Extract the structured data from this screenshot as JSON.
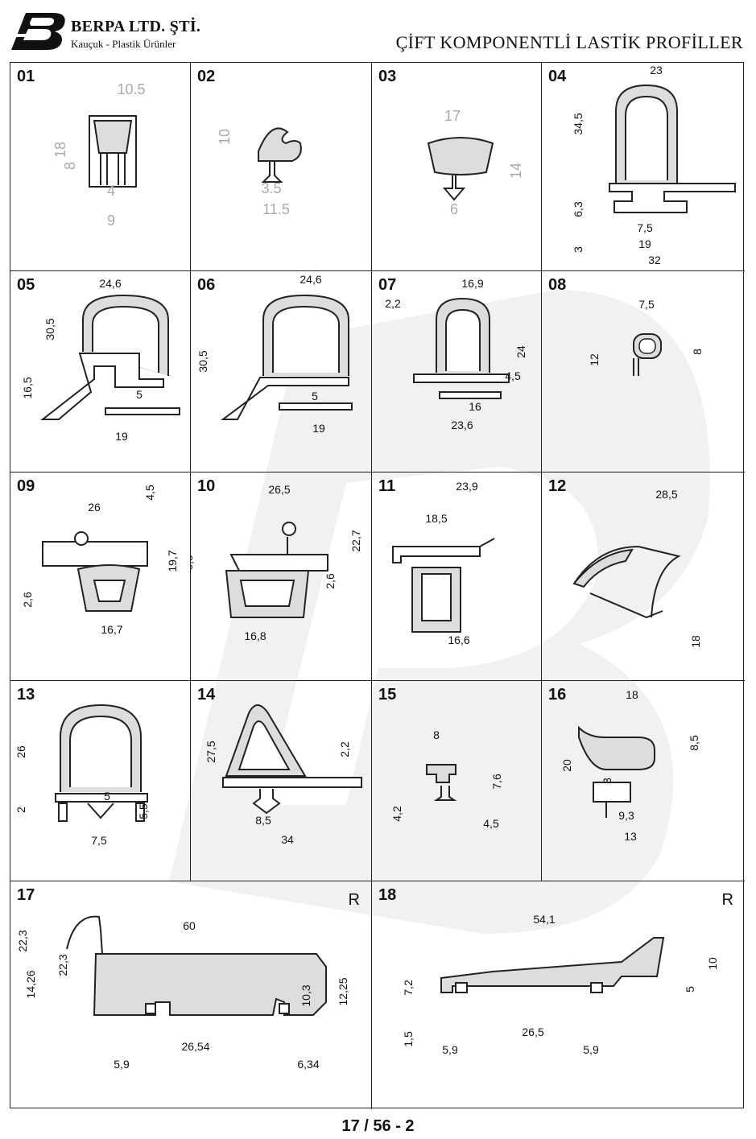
{
  "header": {
    "company": "BERPA LTD. ŞTİ.",
    "tagline": "Kauçuk - Plastik Ürünler",
    "title": "ÇİFT KOMPONENTLİ LASTİK PROFİLLER"
  },
  "page_number": "17 / 56 - 2",
  "profiles": [
    {
      "num": "01",
      "dims": [
        "10.5",
        "18",
        "8",
        "4",
        "9"
      ]
    },
    {
      "num": "02",
      "dims": [
        "10",
        "3.5",
        "11.5"
      ]
    },
    {
      "num": "03",
      "dims": [
        "17",
        "14",
        "6"
      ]
    },
    {
      "num": "04",
      "dims": [
        "23",
        "34,5",
        "6,3",
        "3",
        "7,5",
        "19",
        "32"
      ]
    },
    {
      "num": "05",
      "dims": [
        "24,6",
        "30,5",
        "16,5",
        "5",
        "19"
      ]
    },
    {
      "num": "06",
      "dims": [
        "24,6",
        "30,5",
        "5",
        "19"
      ]
    },
    {
      "num": "07",
      "dims": [
        "16,9",
        "2,2",
        "24",
        "4,5",
        "16",
        "23,6"
      ]
    },
    {
      "num": "08",
      "dims": [
        "7,5",
        "12",
        "8"
      ]
    },
    {
      "num": "09",
      "dims": [
        "26",
        "4,5",
        "19,7",
        "2,6",
        "16,7"
      ]
    },
    {
      "num": "10",
      "dims": [
        "26,5",
        "6,5",
        "22,7",
        "2,6",
        "16,8"
      ]
    },
    {
      "num": "11",
      "dims": [
        "23,9",
        "18,5",
        "16,6"
      ]
    },
    {
      "num": "12",
      "dims": [
        "28,5",
        "18"
      ]
    },
    {
      "num": "13",
      "dims": [
        "26",
        "2",
        "5",
        "5,5",
        "7,5"
      ]
    },
    {
      "num": "14",
      "dims": [
        "27,5",
        "2,2",
        "8,5",
        "34"
      ]
    },
    {
      "num": "15",
      "dims": [
        "8",
        "7,6",
        "4,2",
        "4,5"
      ]
    },
    {
      "num": "16",
      "dims": [
        "18",
        "8,5",
        "20",
        "3",
        "9,3",
        "13"
      ]
    },
    {
      "num": "17",
      "mark": "R",
      "dims": [
        "60",
        "22,3",
        "22,3",
        "14,26",
        "10,3",
        "12,25",
        "26,54",
        "5,9",
        "6,34"
      ]
    },
    {
      "num": "18",
      "mark": "R",
      "dims": [
        "54,1",
        "7,2",
        "5",
        "10",
        "1,5",
        "26,5",
        "5,9",
        "5,9"
      ]
    }
  ]
}
